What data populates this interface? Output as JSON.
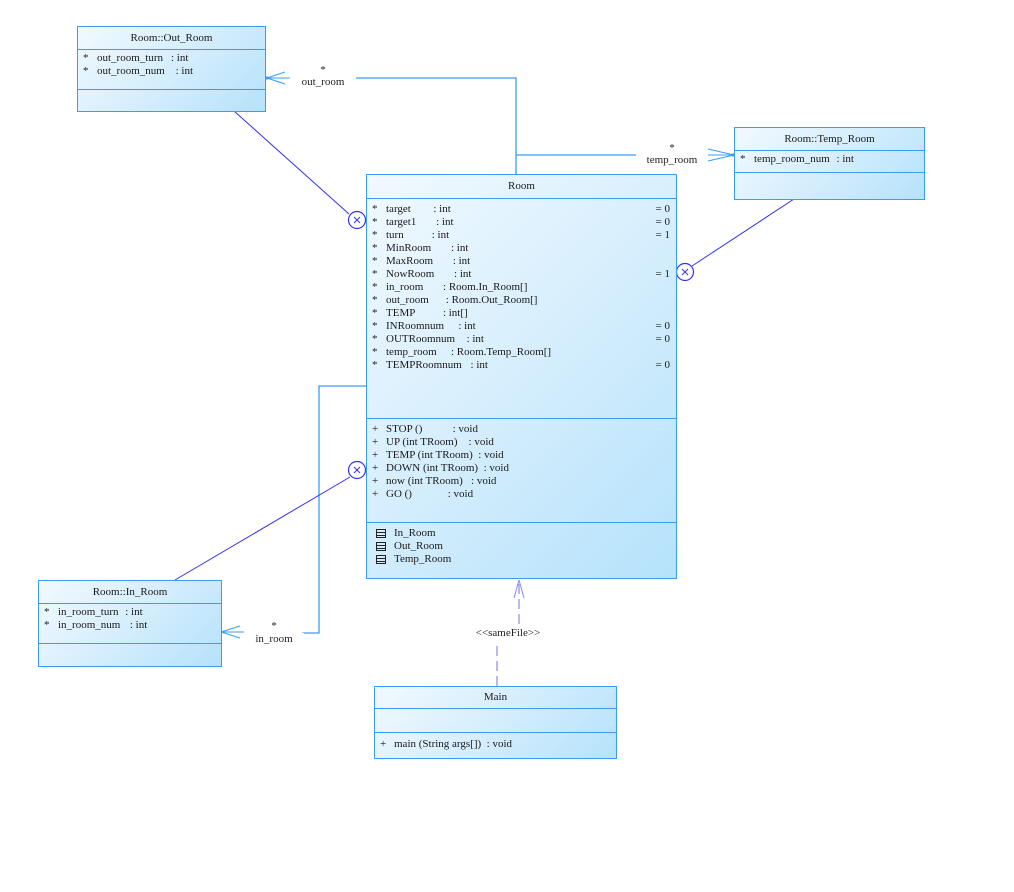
{
  "diagram": {
    "type": "uml-class-diagram",
    "colors": {
      "border": "#3b9cf5",
      "association": "#3b9cf5",
      "nesting": "#3333ee",
      "dependency": "#8888ee",
      "fill_light": "#f1f9fe",
      "fill_dark": "#b5e2fb"
    },
    "classes": {
      "out_room": {
        "name": "Room::Out_Room",
        "attributes": [
          {
            "vis": "*",
            "name": "out_room_turn",
            "type": ": int",
            "default": ""
          },
          {
            "vis": "*",
            "name": "out_room_num ",
            "type": ": int",
            "default": ""
          }
        ],
        "operations": []
      },
      "temp_room": {
        "name": "Room::Temp_Room",
        "attributes": [
          {
            "vis": "*",
            "name": "temp_room_num",
            "type": " : int",
            "default": ""
          }
        ],
        "operations": []
      },
      "in_room": {
        "name": "Room::In_Room",
        "attributes": [
          {
            "vis": "*",
            "name": "in_room_turn",
            "type": " : int",
            "default": ""
          },
          {
            "vis": "*",
            "name": "in_room_num ",
            "type": " : int",
            "default": ""
          }
        ],
        "operations": []
      },
      "room": {
        "name": "Room",
        "attributes": [
          {
            "vis": "*",
            "name": "target      ",
            "type": ": int",
            "default": "= 0"
          },
          {
            "vis": "*",
            "name": "target1     ",
            "type": ": int",
            "default": "= 0"
          },
          {
            "vis": "*",
            "name": "turn        ",
            "type": ": int",
            "default": "= 1"
          },
          {
            "vis": "*",
            "name": "MinRoom     ",
            "type": ": int",
            "default": ""
          },
          {
            "vis": "*",
            "name": "MaxRoom     ",
            "type": ": int",
            "default": ""
          },
          {
            "vis": "*",
            "name": "NowRoom     ",
            "type": ": int",
            "default": "= 1"
          },
          {
            "vis": "*",
            "name": "in_room     ",
            "type": ": Room.In_Room[]",
            "default": ""
          },
          {
            "vis": "*",
            "name": "out_room    ",
            "type": ": Room.Out_Room[]",
            "default": ""
          },
          {
            "vis": "*",
            "name": "TEMP        ",
            "type": ": int[]",
            "default": ""
          },
          {
            "vis": "*",
            "name": "INRoomnum   ",
            "type": ": int",
            "default": "= 0"
          },
          {
            "vis": "*",
            "name": "OUTRoomnum  ",
            "type": ": int",
            "default": "= 0"
          },
          {
            "vis": "*",
            "name": "temp_room   ",
            "type": ": Room.Temp_Room[]",
            "default": ""
          },
          {
            "vis": "*",
            "name": "TEMPRoomnum ",
            "type": ": int",
            "default": "= 0"
          }
        ],
        "operations": [
          {
            "vis": "+",
            "name": "STOP ()           ",
            "type": ": void"
          },
          {
            "vis": "+",
            "name": "UP (int TRoom)    ",
            "type": ": void"
          },
          {
            "vis": "+",
            "name": "TEMP (int TRoom)  ",
            "type": ": void"
          },
          {
            "vis": "+",
            "name": "DOWN (int TRoom)  ",
            "type": ": void"
          },
          {
            "vis": "+",
            "name": "now (int TRoom)   ",
            "type": ": void"
          },
          {
            "vis": "+",
            "name": "GO ()             ",
            "type": ": void"
          }
        ],
        "nested": [
          "In_Room",
          "Out_Room",
          "Temp_Room"
        ]
      },
      "main": {
        "name": "Main",
        "attributes": [],
        "operations": [
          {
            "vis": "+",
            "name": "main (String args[])  ",
            "type": ": void"
          }
        ]
      }
    },
    "relations": [
      {
        "kind": "association",
        "from": "Room",
        "to": "Room::Out_Room",
        "multiplicity": "*",
        "role": "out_room"
      },
      {
        "kind": "association",
        "from": "Room",
        "to": "Room::Temp_Room",
        "multiplicity": "*",
        "role": "temp_room"
      },
      {
        "kind": "association",
        "from": "Room",
        "to": "Room::In_Room",
        "multiplicity": "*",
        "role": "in_room"
      },
      {
        "kind": "nesting",
        "from": "Room::Out_Room",
        "to": "Room"
      },
      {
        "kind": "nesting",
        "from": "Room::Temp_Room",
        "to": "Room"
      },
      {
        "kind": "nesting",
        "from": "Room::In_Room",
        "to": "Room"
      },
      {
        "kind": "dependency",
        "from": "Main",
        "to": "Room",
        "stereotype": "<<sameFile>>"
      }
    ]
  }
}
